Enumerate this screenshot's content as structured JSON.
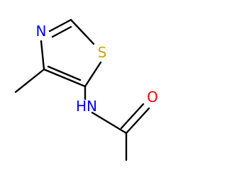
{
  "molecule": {
    "atoms": [
      {
        "id": "N1",
        "label": "N",
        "color": "#0000ff"
      },
      {
        "id": "S1",
        "label": "S",
        "color": "#c8a800"
      },
      {
        "id": "N2",
        "label": "HN",
        "color": "#0000ff"
      },
      {
        "id": "O1",
        "label": "O",
        "color": "#ff0000"
      }
    ],
    "bond_color": "#000000"
  }
}
